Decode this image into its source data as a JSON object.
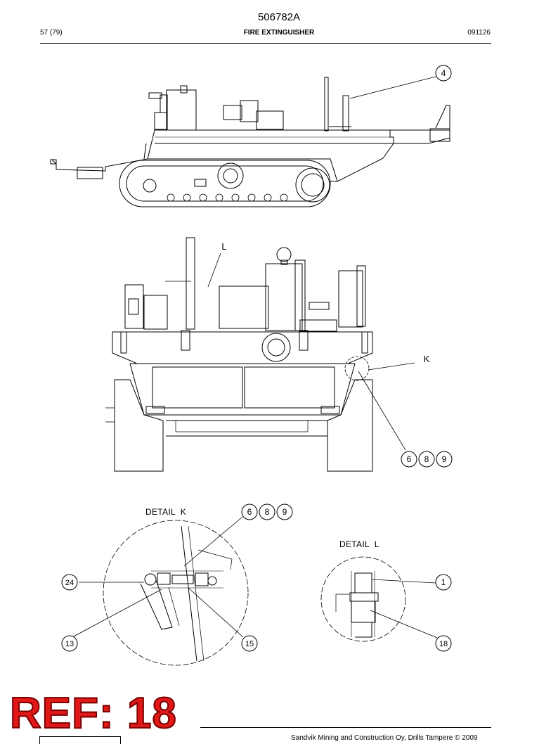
{
  "header": {
    "doc_number": "506782A",
    "page": "57 (79)",
    "title": "FIRE EXTINGUISHER",
    "date": "091126"
  },
  "callouts": {
    "side_view": [
      "4"
    ],
    "rear_view": [
      "L",
      "K",
      "6",
      "8",
      "9"
    ],
    "detail_k": [
      "6",
      "8",
      "9",
      "24",
      "13",
      "15"
    ],
    "detail_l": [
      "1",
      "18"
    ]
  },
  "details": {
    "k_label": "DETAIL  K",
    "l_label": "DETAIL  L"
  },
  "stamp": {
    "text": "REF: 18",
    "color": "#e01818"
  },
  "footer": {
    "copyright": "Sandvik Mining and Construction Oy, Drills Tampere © 2009"
  }
}
